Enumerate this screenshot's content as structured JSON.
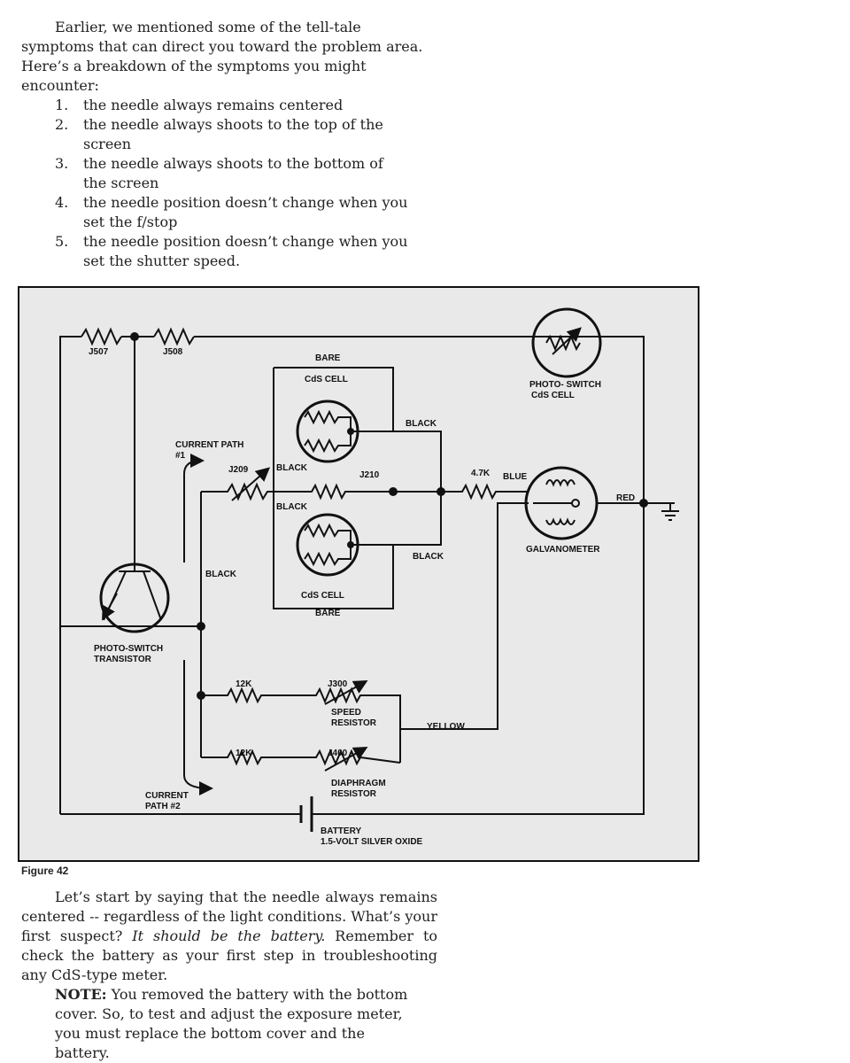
{
  "intro": "Earlier, we mentioned some of the tell-tale symptoms that can direct you toward the problem area. Here’s a breakdown of the symptoms you might encounter:",
  "symptoms": [
    {
      "num": "1.",
      "text": "the needle always remains centered"
    },
    {
      "num": "2.",
      "text": "the needle always shoots to the top of the screen"
    },
    {
      "num": "3.",
      "text": "the needle always shoots to the bottom of the screen"
    },
    {
      "num": "4.",
      "text": "the needle position doesn’t change when you set the f/stop"
    },
    {
      "num": "5.",
      "text": "the needle position doesn’t change when you set the shutter speed."
    }
  ],
  "figure": {
    "caption": "Figure 42",
    "labels": {
      "j507": "J507",
      "j508": "J508",
      "bare_top": "BARE",
      "cds_cell_top": "CdS CELL",
      "black_1": "BLACK",
      "photo_switch_cds_1": "PHOTO- SWITCH",
      "photo_switch_cds_2": "CdS CELL",
      "current_path_1_a": "CURRENT PATH",
      "current_path_1_b": "#1",
      "j209": "J209",
      "black_2": "BLACK",
      "j210": "J210",
      "r_4_7k": "4.7K",
      "blue": "BLUE",
      "red": "RED",
      "black_3": "BLACK",
      "black_4": "BLACK",
      "galvanometer": "GALVANOMETER",
      "black_5": "BLACK",
      "cds_cell_bottom": "CdS CELL",
      "bare_bottom": "BARE",
      "photo_switch_transistor_1": "PHOTO-SWITCH",
      "photo_switch_transistor_2": "TRANSISTOR",
      "r_12k_1": "12K",
      "j300": "J300",
      "speed_resistor_1": "SPEED",
      "speed_resistor_2": "RESISTOR",
      "yellow": "YELLOW",
      "r_12k_2": "12K",
      "j400": "J400",
      "diaphragm_resistor_1": "DIAPHRAGM",
      "diaphragm_resistor_2": "RESISTOR",
      "current_path_2_a": "CURRENT",
      "current_path_2_b": "PATH #2",
      "battery_1": "BATTERY",
      "battery_2": "1.5-VOLT SILVER OXIDE"
    }
  },
  "body": {
    "part1": "Let’s start by saying that the needle always remains centered -- regardless of the light conditions. What’s your first suspect? ",
    "emphasis": "It should be the battery.",
    "part2": " Remember to check the battery as your first step in troubleshooting any CdS-type meter."
  },
  "note": {
    "label": "NOTE:",
    "text": " You removed the battery with the bottom cover. So, to test and adjust the exposure meter, you must replace the bottom cover and the battery."
  }
}
